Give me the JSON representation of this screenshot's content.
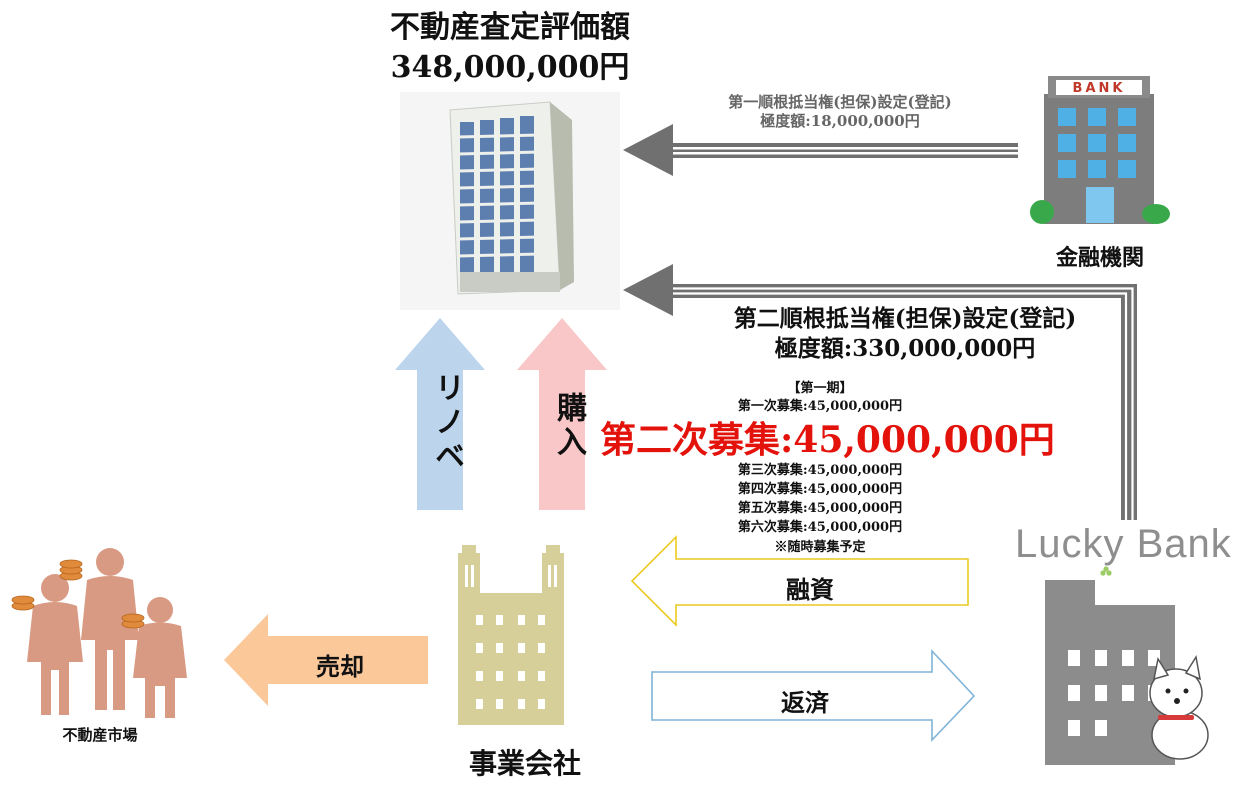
{
  "valuation": {
    "title": "不動産査定評価額",
    "amount": "348,000,000円"
  },
  "bank": {
    "sign": "BANK",
    "caption": "金融機関"
  },
  "first_lien": {
    "label": "第一順根抵当権(担保)設定(登記)",
    "max_amount": "極度額:18,000,000円"
  },
  "second_lien": {
    "label": "第二順根抵当権(担保)設定(登記)",
    "max_amount": "極度額:330,000,000円"
  },
  "arrows": {
    "renovation": "リノベ",
    "purchase": "購入",
    "sale": "売却",
    "loan": "融資",
    "repayment": "返済"
  },
  "rounds": {
    "period": "【第一期】",
    "first": "第一次募集:45,000,000円",
    "current": "第二次募集:45,000,000円",
    "later": [
      "第三次募集:45,000,000円",
      "第四次募集:45,000,000円",
      "第五次募集:45,000,000円",
      "第六次募集:45,000,000円"
    ],
    "note": "※随時募集予定"
  },
  "market": {
    "caption": "不動産市場"
  },
  "company": {
    "caption": "事業会社"
  },
  "lucky_bank": {
    "logo_left": "Lucky ",
    "logo_right": "ank",
    "logo_b": "B"
  },
  "colors": {
    "renovation_arrow": "#bcd5ec",
    "purchase_arrow": "#f9c7c8",
    "sale_arrow": "#fbc89a",
    "loan_arrow_border": "#ecc91e",
    "repay_arrow_border": "#7fb3d8",
    "lien_arrow": "#707070",
    "current_round": "#e3120b",
    "company_building": "#d7cf9a",
    "lucky_building": "#8c8c8c",
    "people": "#d99a83"
  }
}
